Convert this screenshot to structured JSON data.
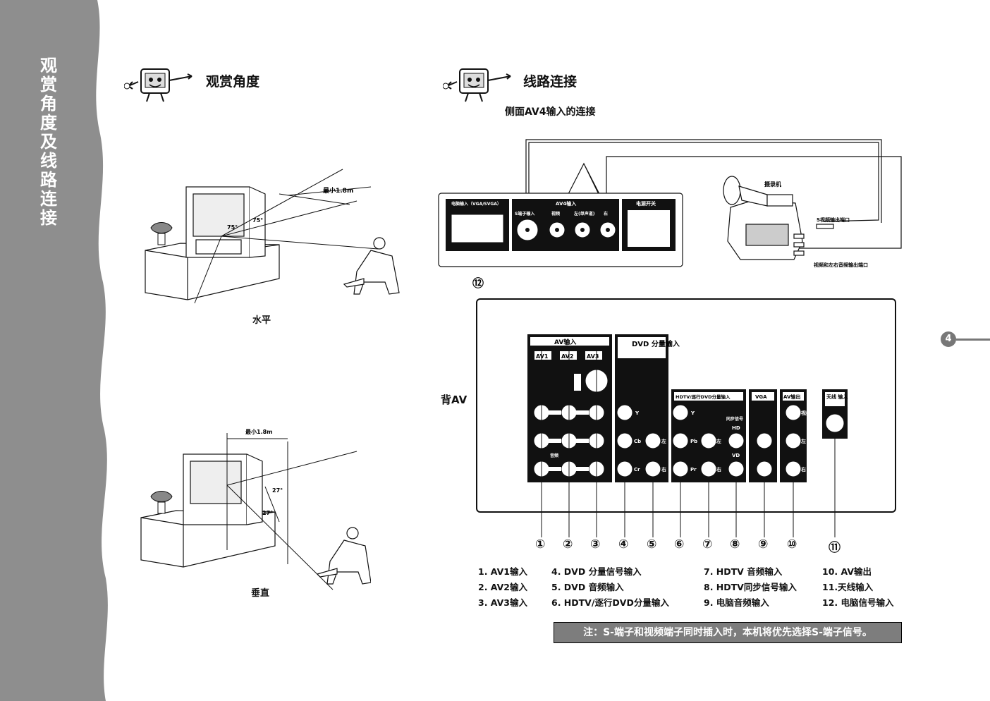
{
  "sidebar": {
    "title": "观赏角度及线路连接"
  },
  "left_section": {
    "title": "观赏角度",
    "figure_top": {
      "caption": "水平",
      "distance_label": "最小1.8m",
      "angle_a": "75°",
      "angle_b": "75°"
    },
    "figure_bottom": {
      "caption": "垂直",
      "distance_label": "最小1.8m",
      "angle_a": "27°",
      "angle_b": "27°"
    }
  },
  "right_section": {
    "title": "线路连接",
    "subtitle": "侧面AV4输入的连接",
    "side_panel": {
      "input_label": "电脑输入（VGA/SVGA）",
      "av_label": "AV4输入",
      "jacks": [
        "S端子输入",
        "视频",
        "左(单声道)",
        "右"
      ],
      "power_label": "电源开关",
      "marker": "⑫"
    },
    "camcorder": {
      "label": "摄录机",
      "s_port": "S视频输出端口",
      "av_port": "视频和左右音频输出端口"
    },
    "rear_label": "背AV",
    "rear_panel": {
      "av_in": "AV输入",
      "av1": "AV1",
      "av2": "AV2",
      "av3": "AV3",
      "dvd": "DVD\n分量输入",
      "hdtv": "HDTV/逐行DVD分量输入",
      "vga": "VGA",
      "av_out": "AV输出",
      "antenna": "天线\n输入",
      "y": "Y",
      "cb": "Cb",
      "cr": "Cr",
      "pb": "Pb",
      "pr": "Pr",
      "hd": "HD",
      "vd": "VD",
      "sync": "同步信号",
      "left": "左",
      "right": "右",
      "video": "视频",
      "audio": "音频"
    },
    "markers": [
      "①",
      "②",
      "③",
      "④",
      "⑤",
      "⑥",
      "⑦",
      "⑧",
      "⑨",
      "⑩",
      "⑪"
    ],
    "legend": [
      [
        "1. AV1输入",
        "2. AV2输入",
        "3. AV3输入"
      ],
      [
        "4. DVD 分量信号输入",
        "5. DVD 音频输入",
        "6. HDTV/逐行DVD分量输入"
      ],
      [
        "7. HDTV 音频输入",
        "8. HDTV同步信号输入",
        "9. 电脑音频输入"
      ],
      [
        "10. AV输出",
        "11.天线输入",
        "12. 电脑信号输入"
      ]
    ],
    "note": "注：S-端子和视频端子同时插入时，本机将优先选择S-端子信号。"
  },
  "page_number": "4",
  "colors": {
    "sidebar": "#8e8e8e",
    "panel": "#111111",
    "note_bg": "#7d7d7d"
  }
}
